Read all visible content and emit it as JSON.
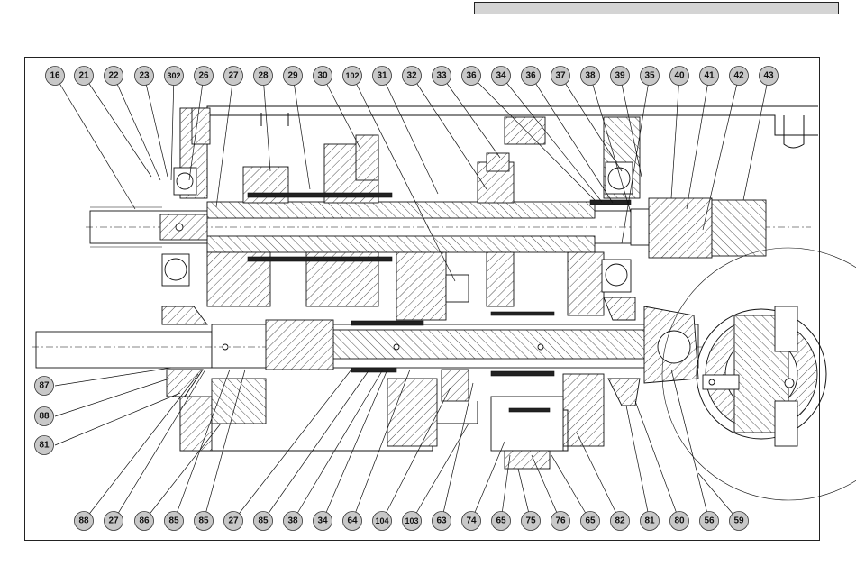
{
  "callouts_top": [
    "16",
    "21",
    "22",
    "23",
    "302",
    "26",
    "27",
    "28",
    "29",
    "30",
    "102",
    "31",
    "32",
    "33",
    "36",
    "34",
    "36",
    "37",
    "38",
    "39",
    "35",
    "40",
    "41",
    "42",
    "43"
  ],
  "callouts_left": [
    "87",
    "88",
    "81"
  ],
  "callouts_bottom": [
    "88",
    "27",
    "86",
    "85",
    "85",
    "27",
    "85",
    "38",
    "34",
    "64",
    "104",
    "103",
    "63",
    "74",
    "65",
    "75",
    "76",
    "65",
    "82",
    "81",
    "80",
    "56",
    "59"
  ],
  "colors": {
    "callout_fill": "#c8c8c8",
    "header_bar": "#d4d4d4"
  }
}
